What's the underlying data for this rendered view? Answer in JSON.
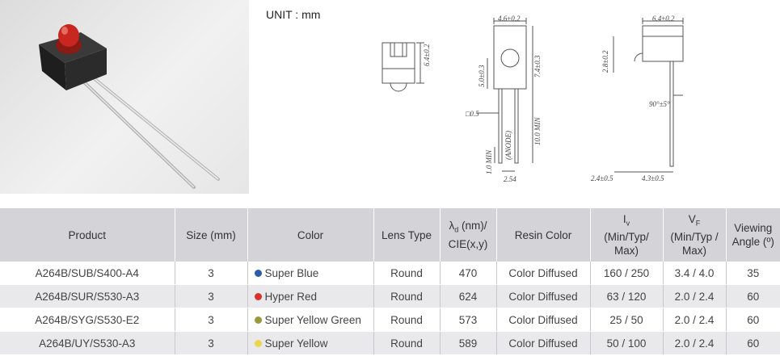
{
  "unit_label": "UNIT : mm",
  "dimensions": {
    "width_front": "4.6±0.2",
    "width_side": "6.4±0.2",
    "height_back": "6.4±0.2",
    "lens_center": "5.0±0.3",
    "body_height": "7.4±0.3",
    "side_lens": "2.8±0.2",
    "lead_square": "□0.5",
    "anode": "(ANODE)",
    "lead_length": "10.0 MIN",
    "min_offset": "1.0 MIN",
    "pitch": "2.54",
    "angle": "90°±5°",
    "bottom_left": "2.4±0.5",
    "bottom_right": "4.3±0.5"
  },
  "table": {
    "headers": {
      "product": "Product",
      "size": "Size (mm)",
      "color": "Color",
      "lens_type": "Lens Type",
      "wavelength_a": "λ",
      "wavelength_sub": "d",
      "wavelength_b": " (nm)/ CIE(x,y)",
      "resin_color": "Resin Color",
      "iv_a": "I",
      "iv_sub": "v",
      "iv_b": "(Min/Typ/ Max)",
      "vf_a": "V",
      "vf_sub": "F",
      "vf_b": "(Min/Typ / Max)",
      "viewing": "Viewing Angle (º)"
    },
    "rows": [
      {
        "product": "A264B/SUB/S400-A4",
        "size": "3",
        "color": "Super Blue",
        "color_hex": "#2a5caa",
        "lens": "Round",
        "wavelength": "470",
        "resin": "Color Diffused",
        "iv": "160 / 250",
        "vf": "3.4 / 4.0",
        "angle": "35"
      },
      {
        "product": "A264B/SUR/S530-A3",
        "size": "3",
        "color": "Hyper Red",
        "color_hex": "#d9312b",
        "lens": "Round",
        "wavelength": "624",
        "resin": "Color Diffused",
        "iv": "63 / 120",
        "vf": "2.0 / 2.4",
        "angle": "60"
      },
      {
        "product": "A264B/SYG/S530-E2",
        "size": "3",
        "color": "Super Yellow Green",
        "color_hex": "#9a9a3c",
        "lens": "Round",
        "wavelength": "573",
        "resin": "Color Diffused",
        "iv": "25 / 50",
        "vf": "2.0 / 2.4",
        "angle": "60"
      },
      {
        "product": "A264B/UY/S530-A3",
        "size": "3",
        "color": "Super Yellow",
        "color_hex": "#e8d84a",
        "lens": "Round",
        "wavelength": "589",
        "resin": "Color Diffused",
        "iv": "50 / 100",
        "vf": "2.0 / 2.4",
        "angle": "60"
      }
    ]
  }
}
